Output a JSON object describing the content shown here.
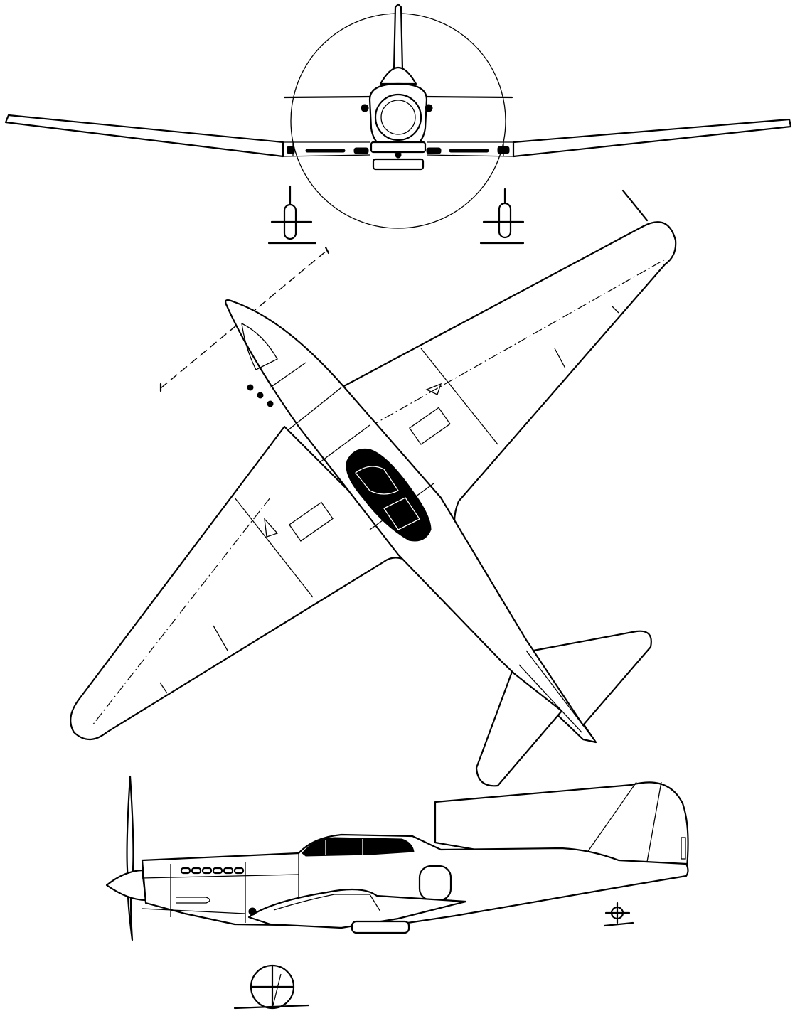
{
  "views": [
    {
      "id": "front",
      "name": "front-view"
    },
    {
      "id": "top",
      "name": "plan-view"
    },
    {
      "id": "side",
      "name": "side-view"
    }
  ]
}
